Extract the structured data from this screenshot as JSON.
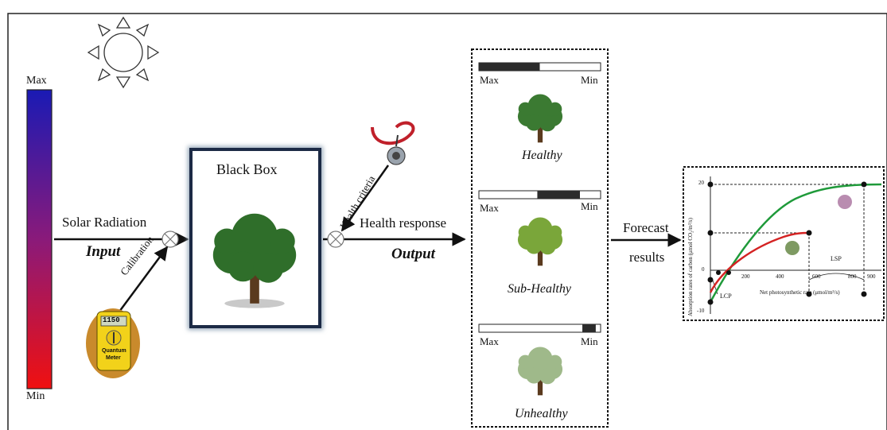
{
  "scale": {
    "max_label": "Max",
    "min_label": "Min",
    "top_color": "#1a1ab4",
    "bottom_color": "#f01010"
  },
  "left": {
    "solar_radiation": "Solar Radiation",
    "input": "Input",
    "calibration": "Calibration",
    "meter": {
      "reading": "1150",
      "line1": "Quantum",
      "line2": "Meter"
    }
  },
  "black_box": {
    "title": "Black Box"
  },
  "middle": {
    "health_criteria": "Health criteria",
    "health_response": "Health response",
    "output": "Output"
  },
  "states": [
    {
      "label": "Healthy",
      "max_label": "Max",
      "min_label": "Min",
      "level_start": 0.0,
      "level_end": 0.5
    },
    {
      "label": "Sub-Healthy",
      "max_label": "Max",
      "min_label": "Min",
      "level_start": 0.48,
      "level_end": 0.83
    },
    {
      "label": "Unhealthy",
      "max_label": "Max",
      "min_label": "Min",
      "level_start": 0.85,
      "level_end": 0.96
    }
  ],
  "forecast": {
    "line1": "Forecast",
    "line2": "results"
  },
  "light_curve": {
    "ylabel": "Absorption rates of carbon  (μmol CO₂/m²/s)",
    "xlabel": "Net photosynthetic rate  (μmol/m²/s)",
    "y_ticks": [
      "20",
      "0",
      "-10"
    ],
    "x_ticks": [
      "200",
      "400",
      "600",
      "800",
      "900"
    ],
    "lcp": "LCP",
    "lsp": "LSP",
    "colors": {
      "green": "#1f9a3a",
      "red": "#d42323"
    }
  }
}
